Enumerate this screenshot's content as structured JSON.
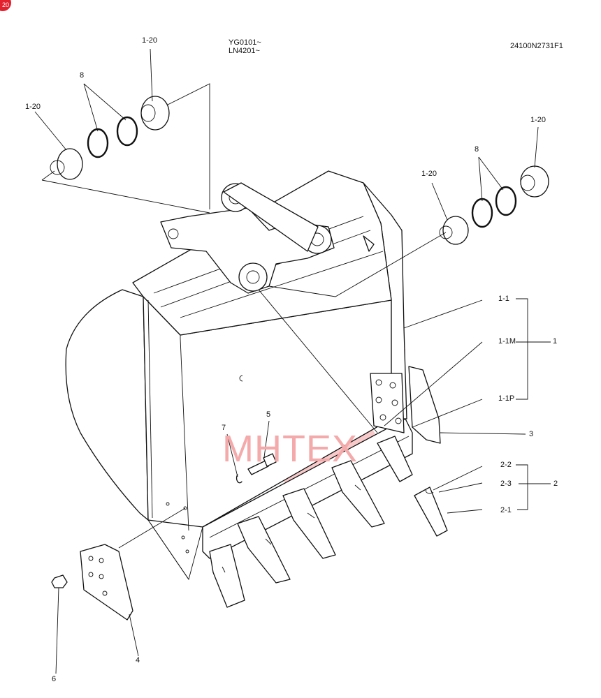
{
  "corner_badge": "20",
  "header": {
    "serial_range": "YG0101~\nLN4201~",
    "drawing_number": "24100N2731F1"
  },
  "watermark": {
    "text": "MHTEX",
    "color": "#f08a8a"
  },
  "callouts": [
    {
      "id": "pin-top",
      "text": "1-20"
    },
    {
      "id": "pin-left",
      "text": "1-20"
    },
    {
      "id": "seal-left",
      "text": "8"
    },
    {
      "id": "pin-right-top",
      "text": "1-20"
    },
    {
      "id": "seal-right",
      "text": "8"
    },
    {
      "id": "pin-right",
      "text": "1-20"
    },
    {
      "id": "bucket-body",
      "text": "1-1"
    },
    {
      "id": "bucket-m",
      "text": "1-1M"
    },
    {
      "id": "bucket-assy",
      "text": "1"
    },
    {
      "id": "bucket-p",
      "text": "1-1P"
    },
    {
      "id": "side-cutter-right",
      "text": "3"
    },
    {
      "id": "bolt",
      "text": "5"
    },
    {
      "id": "lock-washer",
      "text": "7"
    },
    {
      "id": "tooth-pin",
      "text": "2-2"
    },
    {
      "id": "tooth-lock",
      "text": "2-3"
    },
    {
      "id": "tooth-assy",
      "text": "2"
    },
    {
      "id": "tooth-point",
      "text": "2-1"
    },
    {
      "id": "side-cutter-left",
      "text": "4"
    },
    {
      "id": "nut",
      "text": "6"
    }
  ]
}
